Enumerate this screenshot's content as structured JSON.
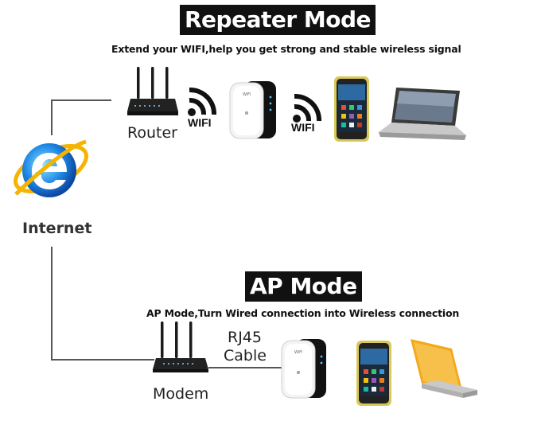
{
  "repeater": {
    "title": "Repeater Mode",
    "subtitle": "Extend your WIFI,help you get strong and stable wireless signal",
    "router_label": "Router",
    "wifi_label_1": "WIFI",
    "wifi_label_2": "WIFI"
  },
  "ap": {
    "title": "AP Mode",
    "subtitle": "AP Mode,Turn Wired connection into Wireless connection",
    "cable_label_1": "RJ45",
    "cable_label_2": "Cable",
    "modem_label": "Modem"
  },
  "internet_label": "Internet",
  "icons": {
    "internet": "internet-explorer-icon",
    "router": "router-icon",
    "repeater": "wifi-repeater-icon",
    "phone": "smartphone-icon",
    "laptop": "laptop-icon",
    "wifi": "wifi-signal-icon"
  }
}
